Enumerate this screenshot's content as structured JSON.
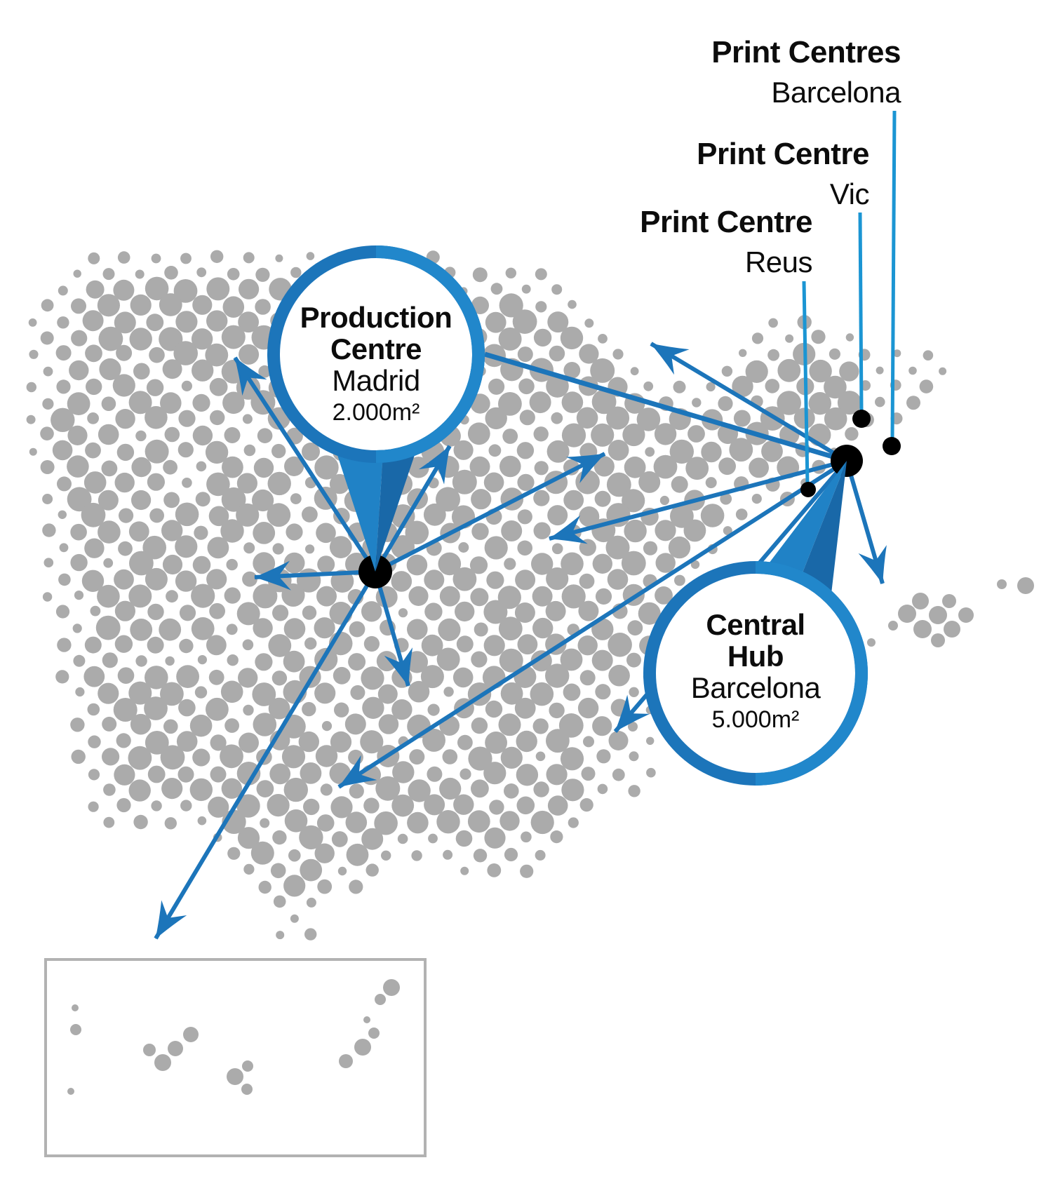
{
  "labels": {
    "barcelona_centres": {
      "title": "Print Centres",
      "city": "Barcelona"
    },
    "vic": {
      "title": "Print Centre",
      "city": "Vic"
    },
    "reus": {
      "title": "Print Centre",
      "city": "Reus"
    }
  },
  "callouts": {
    "production": {
      "title_line1": "Production",
      "title_line2": "Centre",
      "city": "Madrid",
      "area": "2.000m²"
    },
    "hub": {
      "title_line1": "Central",
      "title_line2": "Hub",
      "city": "Barcelona",
      "area": "5.000m²"
    }
  },
  "colors": {
    "accent": "#1c75ba",
    "accent_light": "#2082c6",
    "accent_dark": "#1968a8",
    "ring_highlight": "#2187cb",
    "leader_blue": "#1b95d3",
    "halftone_gray": "#ababab",
    "marker_black": "#000000",
    "inset_border": "#b2b2b2",
    "text_black": "#0c0c0c"
  }
}
